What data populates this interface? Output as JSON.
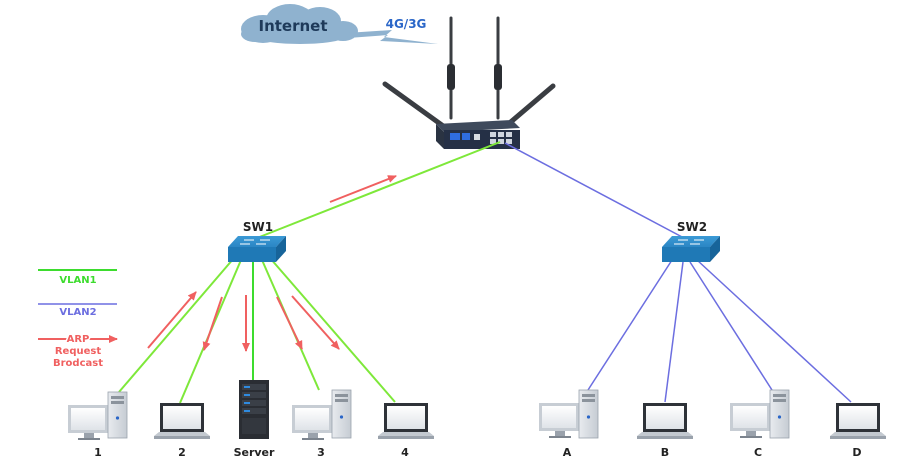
{
  "cloud_label": "Internet",
  "wireless_label": "4G/3G",
  "switches": {
    "sw1": "SW1",
    "sw2": "SW2"
  },
  "legend": {
    "vlan1": "VLAN1",
    "vlan2": "VLAN2",
    "arp_line1": "ARP",
    "arp_line2": "Request",
    "arp_line3": "Brodcast"
  },
  "devices": {
    "d1": "1",
    "d2": "2",
    "server": "Server",
    "d3": "3",
    "d4": "4",
    "a": "A",
    "b": "B",
    "c": "C",
    "d": "D"
  },
  "colors": {
    "vlan1": "#7ee83a",
    "vlan1_legend": "#3ddc2e",
    "vlan2": "#6c6ee0",
    "arp": "#f06060",
    "switch": "#1f79b6",
    "cloud": "#8fb2cf",
    "cloud_text": "#1e3a5a",
    "wireless_text": "#2a66c8"
  }
}
